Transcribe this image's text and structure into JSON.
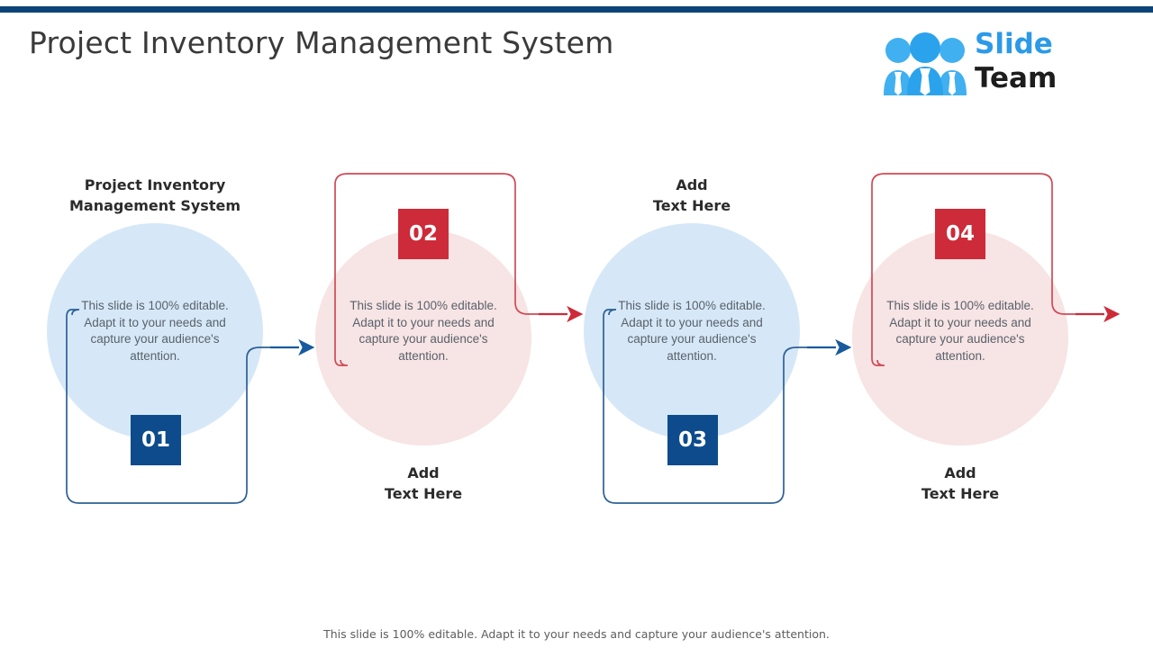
{
  "header": {
    "title": "Project Inventory Management System",
    "logo": {
      "icon": "people-group-icon",
      "word_one": "Slide",
      "word_two": "Team"
    }
  },
  "colors": {
    "top_rule": "#0d4477",
    "blue_accent": "#0d4b8c",
    "red_accent": "#cd2b39",
    "blue_circle": "#d6e8f7",
    "pink_circle": "#f7e4e4",
    "blue_line": "#2d6096",
    "red_line": "#cf4a56",
    "body_text": "#59616b",
    "heading_text": "#2b2b2b",
    "logo_blue": "#2b9ae8"
  },
  "diagram": {
    "type": "four-step-process-flow",
    "body_text": "This slide is 100% editable. Adapt it to your needs and capture your audience's attention.",
    "steps": [
      {
        "number": "01",
        "heading": "Project Inventory Management System",
        "heading_line_1": "Project Inventory",
        "heading_line_2": "Management System",
        "body": "This slide is 100% editable. Adapt it to your needs and capture your audience's attention.",
        "theme": "blue",
        "orientation": "heading-top-badge-bottom",
        "arrow": "arrow-right-blue"
      },
      {
        "number": "02",
        "heading": "Add Text Here",
        "heading_line_1": "Add",
        "heading_line_2": "Text Here",
        "body": "This slide is 100% editable. Adapt it to your needs and capture your audience's attention.",
        "theme": "red",
        "orientation": "badge-top-heading-bottom",
        "arrow": "arrow-right-red"
      },
      {
        "number": "03",
        "heading": "Add Text Here",
        "heading_line_1": "Add",
        "heading_line_2": "Text Here",
        "body": "This slide is 100% editable. Adapt it to your needs and capture your audience's attention.",
        "theme": "blue",
        "orientation": "heading-top-badge-bottom",
        "arrow": "arrow-right-blue"
      },
      {
        "number": "04",
        "heading": "Add Text Here",
        "heading_line_1": "Add",
        "heading_line_2": "Text Here",
        "body": "This slide is 100% editable. Adapt it to your needs and capture your audience's attention.",
        "theme": "red",
        "orientation": "badge-top-heading-bottom",
        "arrow": "arrow-right-red"
      }
    ]
  },
  "footer": {
    "note": "This slide is 100% editable. Adapt it to your needs and capture your audience's attention."
  }
}
